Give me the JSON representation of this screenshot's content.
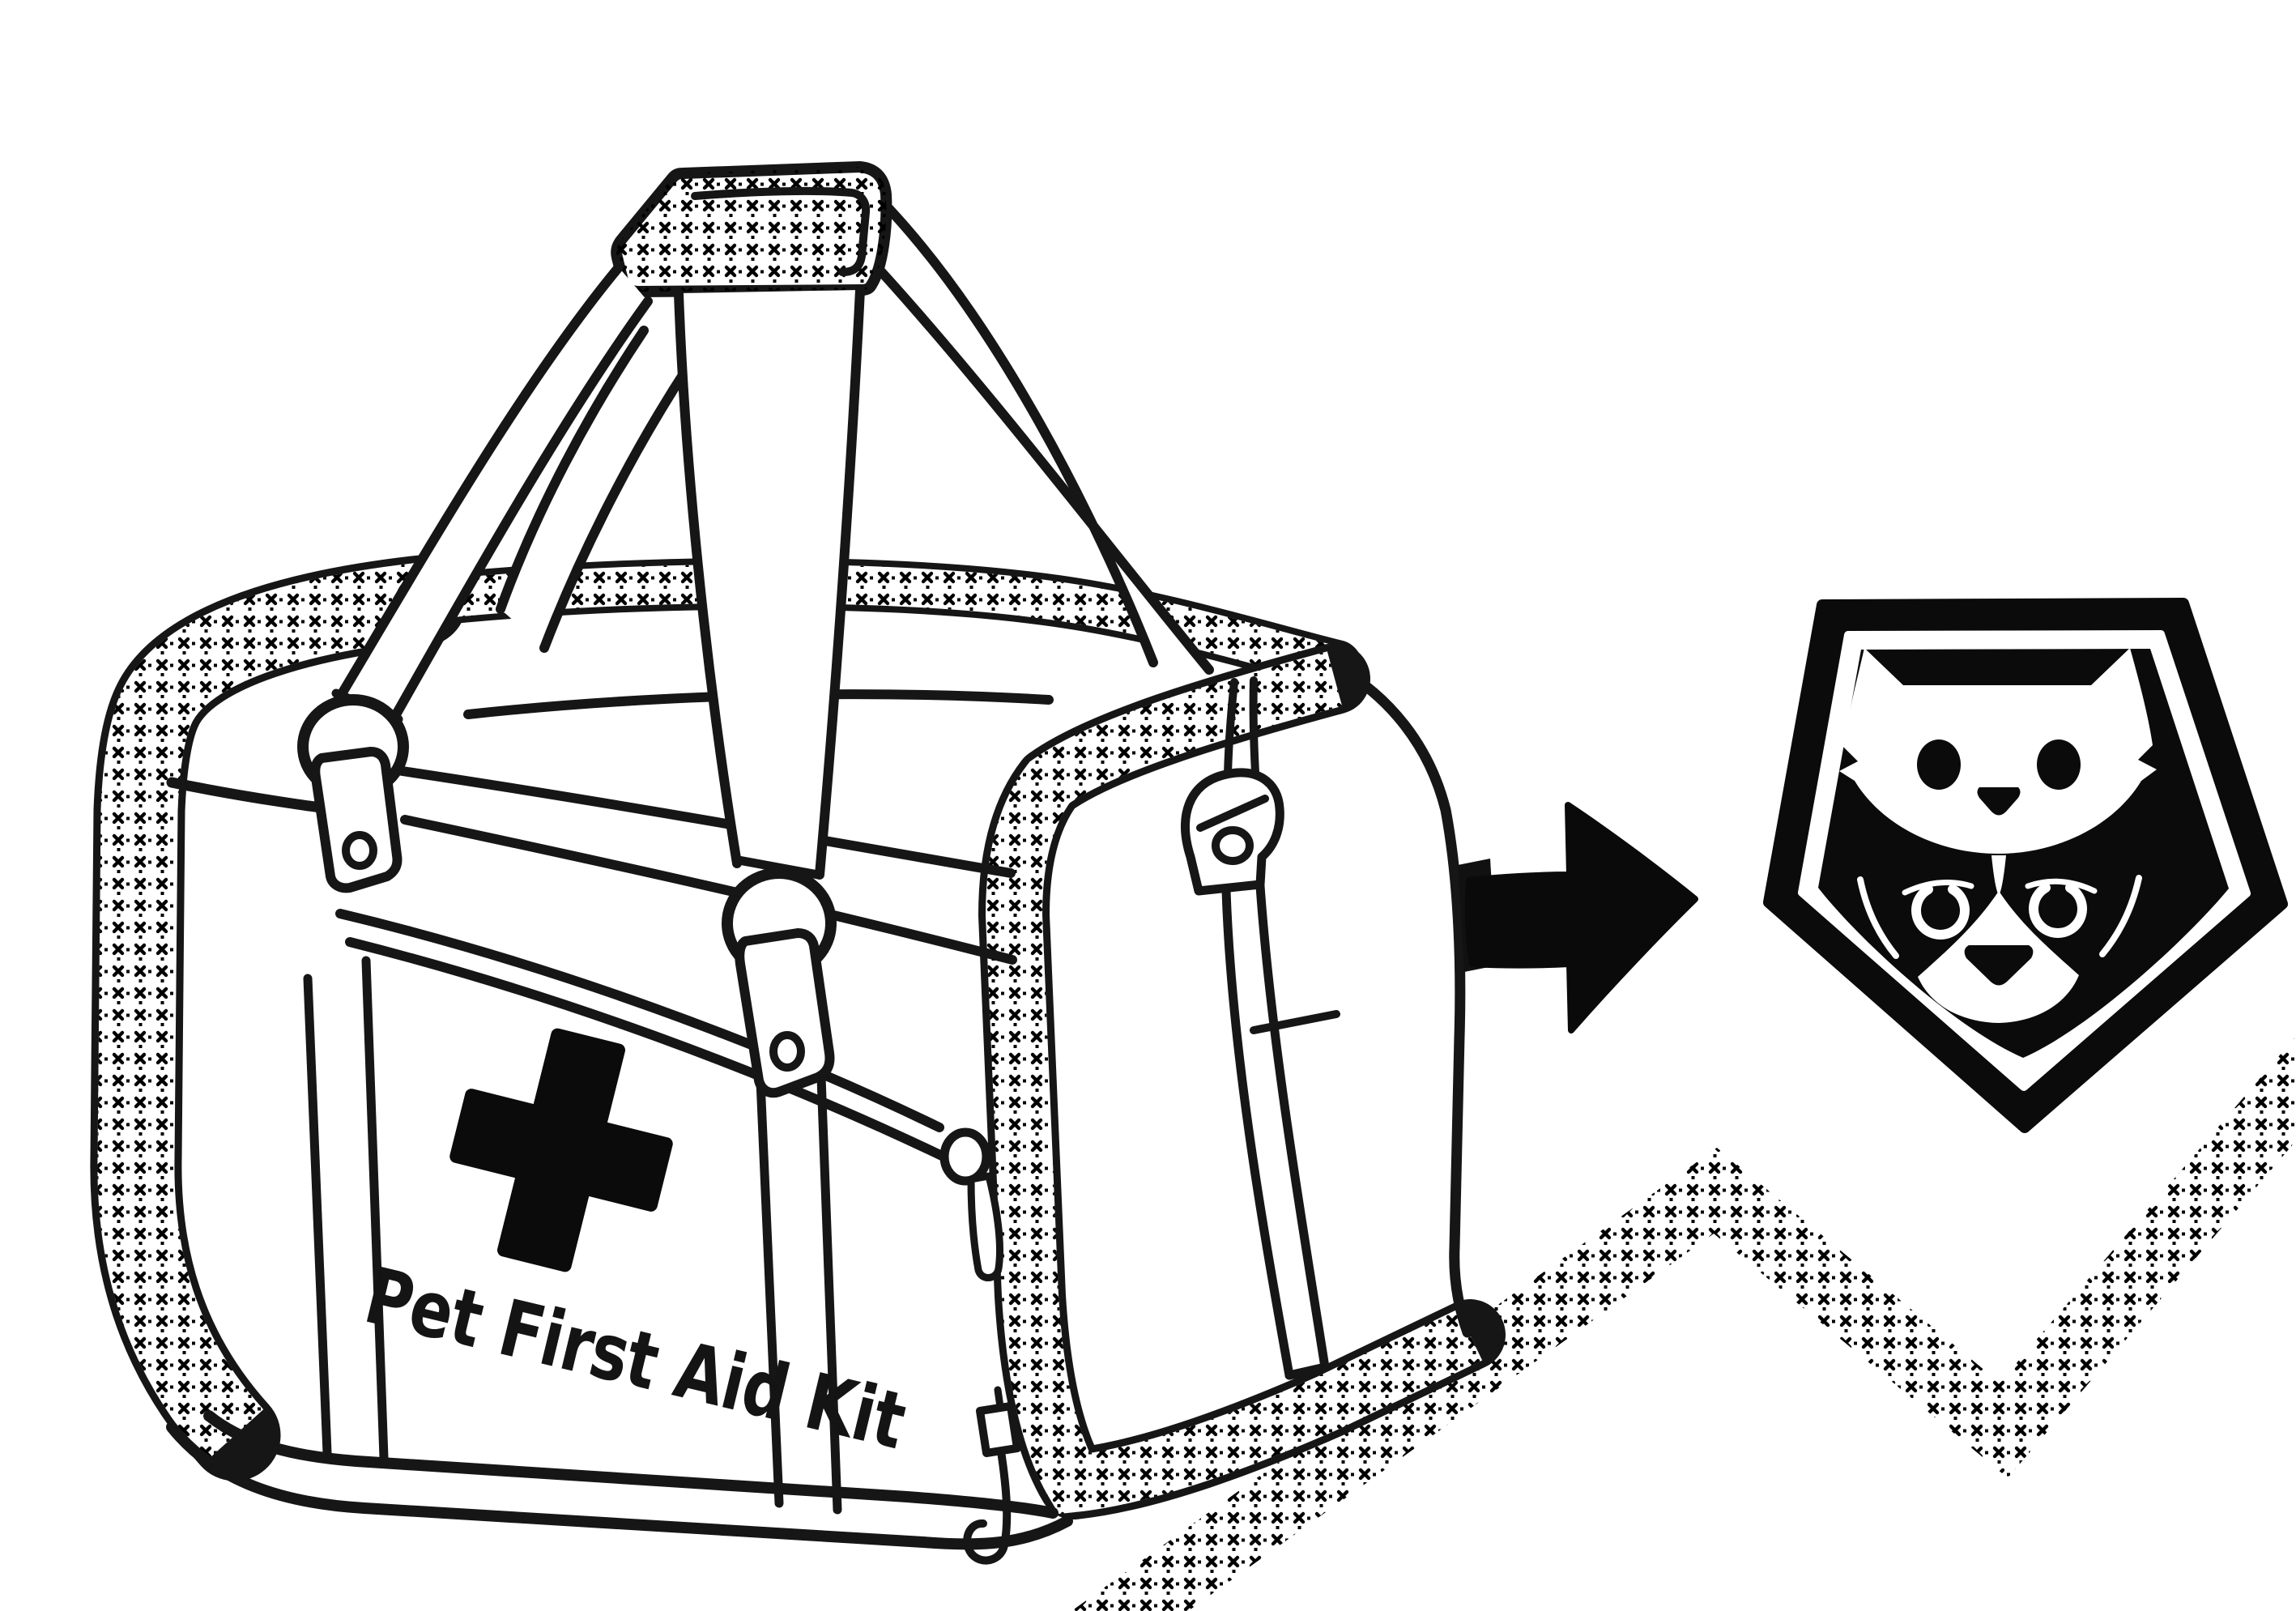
{
  "scene": {
    "title": "pet first aid kit bag becomes pet badge logo",
    "background_color": "#ffffff",
    "ink_color": "#161616",
    "bag": {
      "label": "Pet First Aid Kit",
      "symbol": "first-aid-cross",
      "pattern": "cross-stitch-x",
      "parts": [
        "handle-pad",
        "carry-straps",
        "buckle-tabs",
        "front-zipper-pocket",
        "zipper-pulls",
        "side-carabiner-clip",
        "side-handle-bar"
      ]
    },
    "arrow": {
      "direction": "right",
      "color": "#0b0b0b"
    },
    "badge": {
      "shape": "pentagon",
      "top_face": "cat",
      "bottom_face": "dog",
      "colors": {
        "field": "#0b0b0b",
        "faces": "#ffffff"
      }
    },
    "zigzag": {
      "segments": 3,
      "pattern": "cross-stitch-x"
    }
  }
}
